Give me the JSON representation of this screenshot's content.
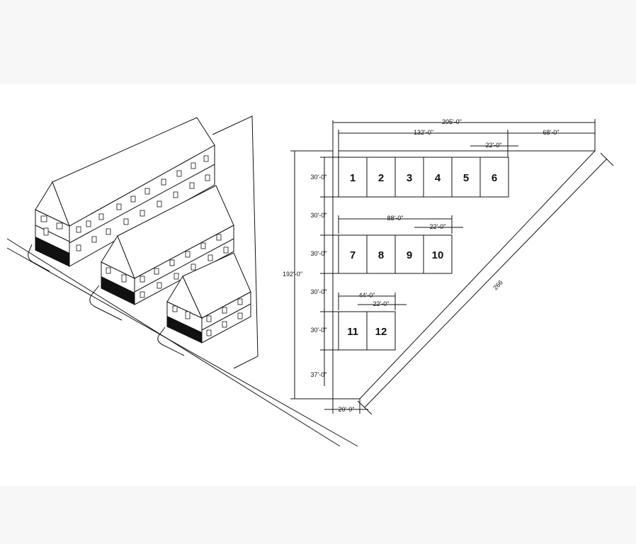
{
  "site_plan": {
    "units": [
      "1",
      "2",
      "3",
      "4",
      "5",
      "6",
      "7",
      "8",
      "9",
      "10",
      "11",
      "12"
    ],
    "dims": {
      "overall_width": "205'-0\"",
      "row1_width": "132'-0\"",
      "right_gap": "68'-0\"",
      "row1_unit": "22'-0\"",
      "row2_width": "88'-0\"",
      "row2_unit": "22'-0\"",
      "row3_width": "44'-0\"",
      "row3_unit": "22'-0\"",
      "depth": "192'-0\"",
      "v1": "30'-0\"",
      "v2": "30'-0\"",
      "v3": "30'-0\"",
      "v4": "30'-0\"",
      "v5": "30'-0\"",
      "v6": "37'-0\"",
      "bottom": "20'-0\"",
      "hypotenuse": "266"
    }
  }
}
